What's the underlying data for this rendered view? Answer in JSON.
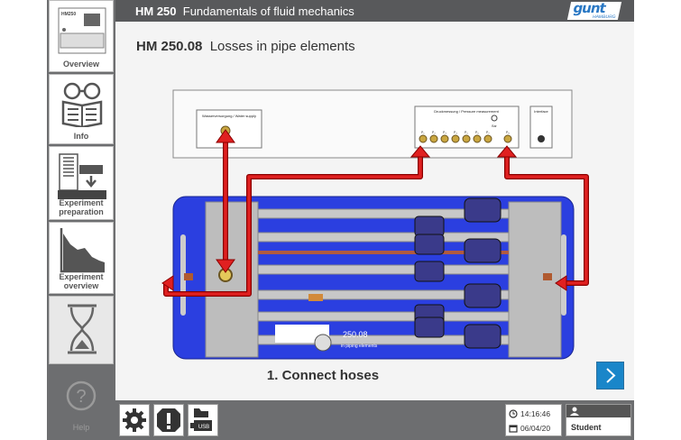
{
  "header": {
    "code": "HM 250",
    "title": "Fundamentals of fluid mechanics",
    "logo": "gunt",
    "logo_sub": "HAMBURG"
  },
  "page": {
    "code": "HM 250.08",
    "title": "Losses in pipe elements"
  },
  "sidebar": {
    "items": [
      {
        "label": "Overview",
        "thumb_text": "HM250"
      },
      {
        "label": "Info"
      },
      {
        "label": "Experiment\npreparation"
      },
      {
        "label": "Experiment\noverview"
      },
      {
        "label": ""
      }
    ],
    "help_label": "Help"
  },
  "device": {
    "water_supply_label": "Wasserversorgung / Water supply",
    "pressure_label": "Druckmessung / Pressure measurement",
    "interface_label": "Interface",
    "port_labels": [
      "P₁",
      "P₂",
      "P₃",
      "P₄",
      "P₅",
      "P₆",
      "P₇",
      "P₈"
    ],
    "bar_label": "Bar",
    "unit_label": "250.08",
    "unit_sub": "in piping elements"
  },
  "step_caption": "1. Connect hoses",
  "next_icon": "chevron-right-icon",
  "bottom": {
    "usb_label": "USB",
    "time": "14:16:46",
    "date": "06/04/20",
    "user_label": "Student"
  },
  "colors": {
    "accent": "#1a86c9",
    "sidebar": "#6d6e70",
    "arrow": "#e02020",
    "board": "#2b3fe0"
  }
}
